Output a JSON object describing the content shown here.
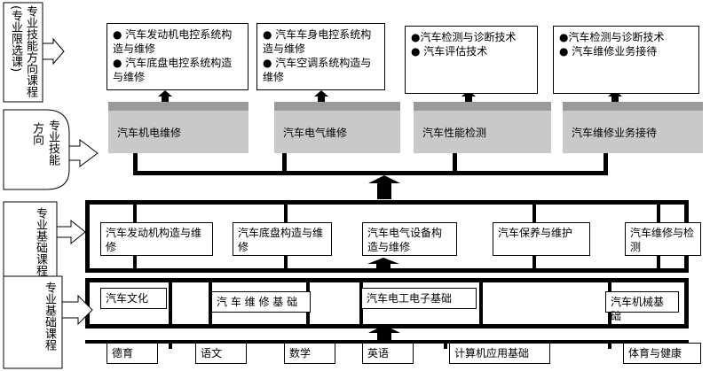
{
  "left_labels": {
    "elective": "(专业限选课)",
    "elective_title": "专业技能方向课程",
    "direction_title": "专业技能",
    "direction_sub": "方向",
    "professional_title": "专业基础课程",
    "basic_title": "专业基础课程"
  },
  "top_boxes": [
    {
      "items": [
        "● 汽车发动机电控系统构造与维修",
        "● 汽车底盘电控系统构造与维修"
      ]
    },
    {
      "items": [
        "● 汽车车身电控系统构造与维修",
        "● 汽车空调系统构造与维修"
      ]
    },
    {
      "items": [
        "●汽车检测与诊断技术",
        "● 汽车评估技术"
      ]
    },
    {
      "items": [
        "●汽车检测与诊断技术",
        "● 汽车维修业务接待"
      ]
    }
  ],
  "directions": [
    "汽车机电维修",
    "汽车电气维修",
    "汽车性能检测",
    "汽车维修业务接待"
  ],
  "professional_courses": [
    "汽车发动机构造与维修",
    "汽车底盘构造与维修",
    "汽车电气设备构造与维修",
    "汽车保养与维护",
    "汽车维修与检测"
  ],
  "basic_courses": [
    "汽车文化",
    "汽 车 维 修 基 础",
    "汽车电工电子基础",
    "汽车机械基础"
  ],
  "general_courses": [
    "德育",
    "语文",
    "数学",
    "英语",
    "计算机应用基础",
    "体育与健康"
  ],
  "colors": {
    "direction_fill": "#c9c9c9",
    "direction_top": "#9a9a9a",
    "line": "#000000"
  }
}
